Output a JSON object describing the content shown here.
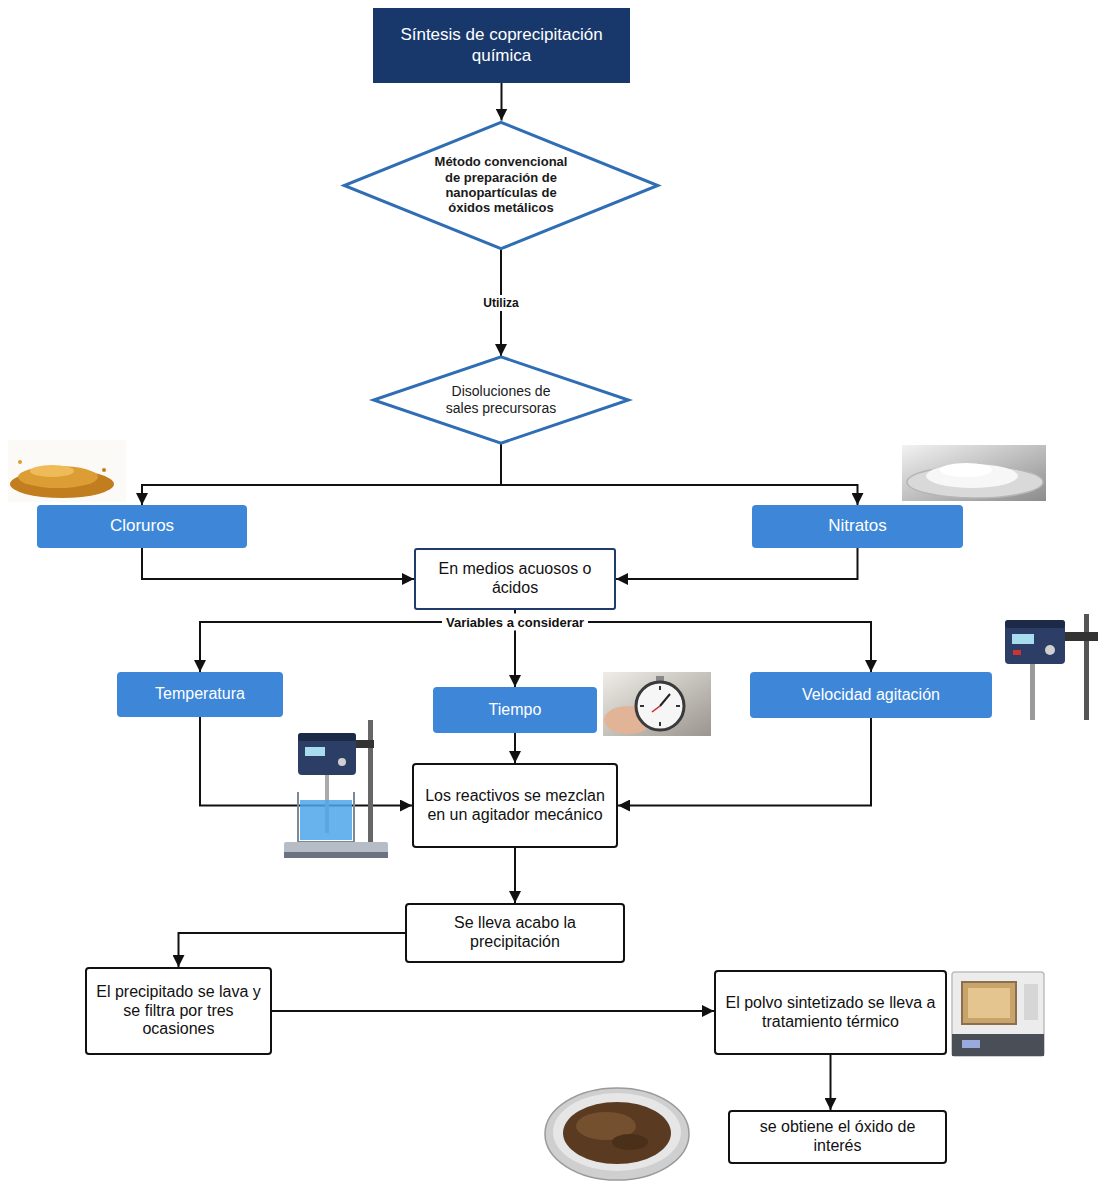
{
  "diagram": {
    "nodes": [
      {
        "text": [
          "Síntesis de coprecipitación química"
        ]
      },
      {
        "text": [
          "Método convencional de preparación de nanopartículas de óxidos metálicos"
        ]
      },
      {
        "text": [
          "Disoluciones de sales precursoras"
        ]
      },
      {
        "text": [
          "Cloruros"
        ]
      },
      {
        "text": [
          "Nitratos"
        ]
      },
      {
        "text": [
          "En medios acuosos o ácidos"
        ]
      },
      {
        "text": [
          "Temperatura"
        ]
      },
      {
        "text": [
          "Tiempo"
        ]
      },
      {
        "text": [
          "Velocidad agitación"
        ]
      },
      {
        "text": [
          "Los reactivos se mezclan en un agitador mecánico"
        ]
      },
      {
        "text": [
          "Se lleva acabo la precipitación"
        ]
      },
      {
        "text": [
          "El precipitado se lava y se filtra por tres ocasiones"
        ]
      },
      {
        "text": [
          "El polvo sintetizado se lleva a tratamiento térmico"
        ]
      },
      {
        "text": [
          "se obtiene el óxido de interés"
        ]
      }
    ],
    "edges": [
      {
        "from": 0,
        "to": 1,
        "arrow": "to"
      },
      {
        "from": 1,
        "to": 2,
        "label": "Utiliza",
        "arrow": "to"
      },
      {
        "from": 2,
        "to": 3,
        "arrow": "to"
      },
      {
        "from": 2,
        "to": 4,
        "arrow": "to"
      },
      {
        "from": 3,
        "to": 5,
        "arrow": "to"
      },
      {
        "from": 4,
        "to": 5,
        "arrow": "to"
      },
      {
        "from": 5,
        "to": 6,
        "arrow": "to"
      },
      {
        "from": 5,
        "to": 7,
        "label": "Variables a considerar",
        "arrow": "to"
      },
      {
        "from": 5,
        "to": 8,
        "arrow": "to"
      },
      {
        "from": 6,
        "to": 9,
        "arrow": "to"
      },
      {
        "from": 7,
        "to": 9,
        "arrow": "to"
      },
      {
        "from": 8,
        "to": 9,
        "arrow": "to"
      },
      {
        "from": 9,
        "to": 10,
        "arrow": "to"
      },
      {
        "from": 10,
        "to": 11,
        "arrow": "to"
      },
      {
        "from": 11,
        "to": 12,
        "arrow": "to"
      },
      {
        "from": 12,
        "to": 13,
        "arrow": "to"
      }
    ]
  }
}
